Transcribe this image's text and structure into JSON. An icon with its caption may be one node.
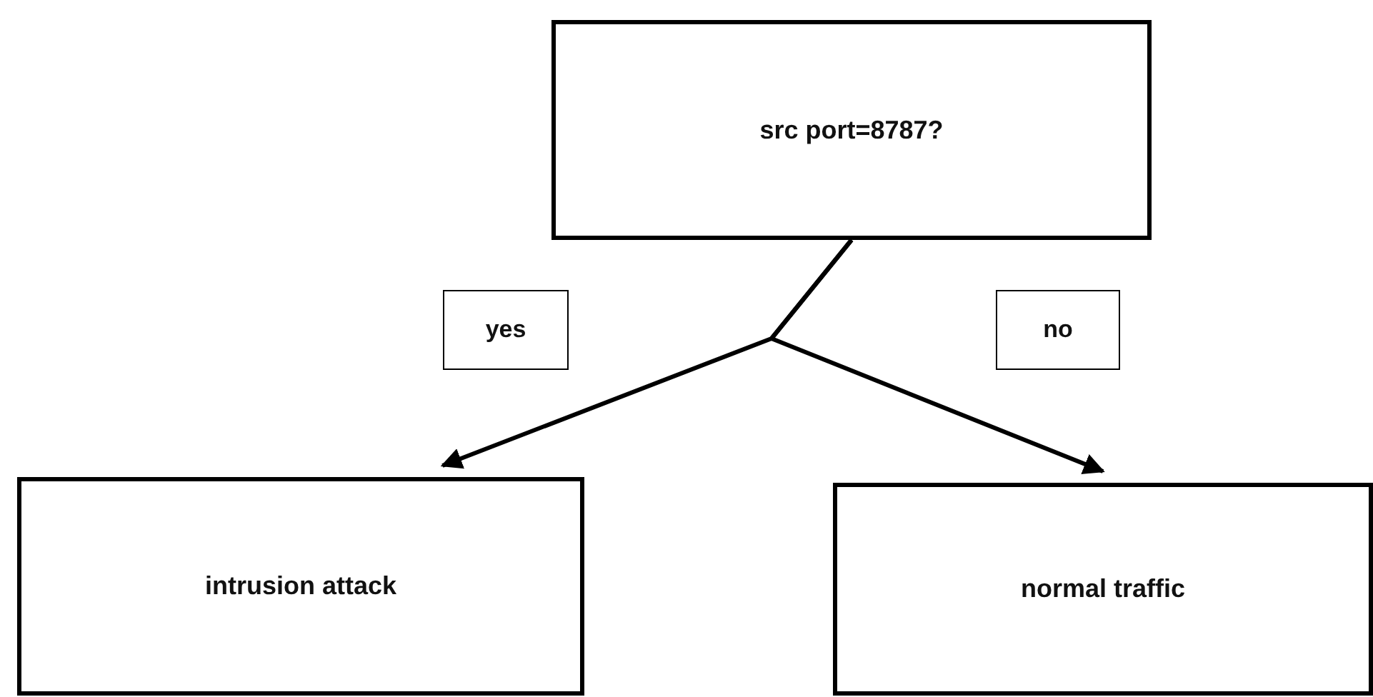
{
  "diagram": {
    "nodes": [
      {
        "text": [
          "src port=8787?"
        ]
      },
      {
        "text": [
          "yes"
        ]
      },
      {
        "text": [
          "no"
        ]
      },
      {
        "text": [
          "intrusion attack"
        ]
      },
      {
        "text": [
          "normal traffic"
        ]
      }
    ],
    "edges": [
      {
        "from": 0,
        "to": 3,
        "arrow": "to"
      },
      {
        "from": 0,
        "to": 4,
        "arrow": "to"
      }
    ]
  }
}
